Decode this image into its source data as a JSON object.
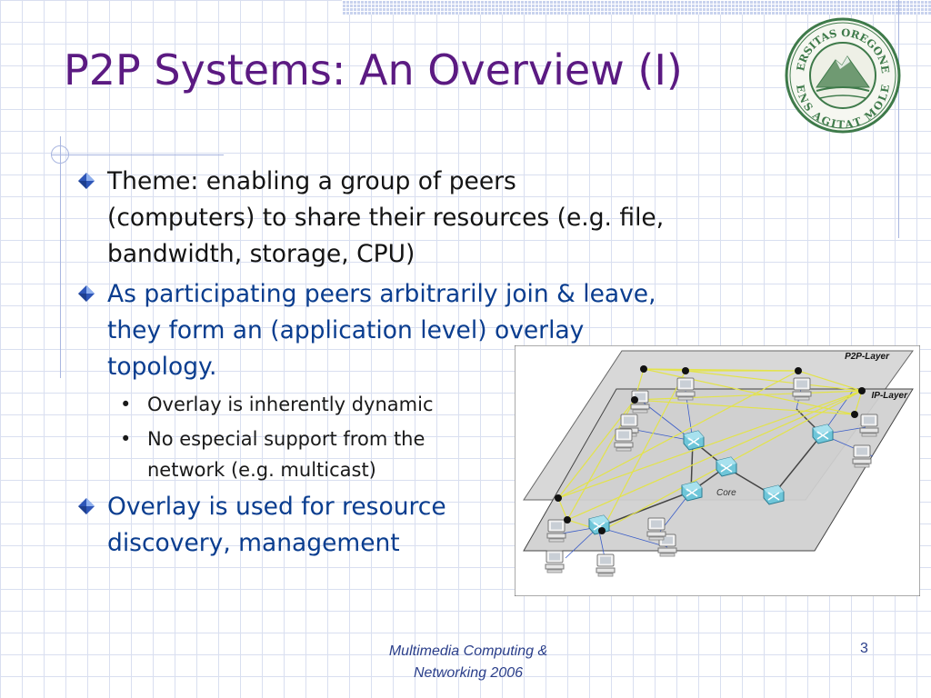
{
  "slide": {
    "title": "P2P Systems: An Overview (I)",
    "bullets": [
      {
        "text": "Theme: enabling a group of peers (computers) to share their resources (e.g. file, bandwidth, storage, CPU)",
        "color": "#141414"
      },
      {
        "text": "As participating peers arbitrarily join & leave, they form an (application level) overlay topology.",
        "color": "#0a3d8f",
        "sub_bullets": [
          "Overlay is inherently dynamic",
          "No especial support from the network (e.g. multicast)"
        ]
      },
      {
        "text": "Overlay is used for resource discovery, management",
        "color": "#0a3d8f"
      }
    ],
    "sub_bullet_glyph": "•",
    "footer": {
      "line1": "Multimedia Computing &",
      "line2": "Networking 2006"
    },
    "page_number": "3"
  },
  "seal": {
    "top_text": "UNIVERSITAS OREGONENSIS",
    "bottom_text": "MENS AGITAT MOLEM",
    "icon": "university-seal-icon"
  },
  "diagram": {
    "layers": {
      "top": "P2P-Layer",
      "bottom": "IP-Layer"
    },
    "core_label": "Core",
    "icons": {
      "peer": "black-dot-node",
      "host": "computer-icon",
      "router": "router-icon"
    },
    "colors": {
      "overlay_link": "#e3e34a",
      "access_link": "#3a5cc7",
      "core_link": "#444444",
      "router": "#6fc6d9"
    }
  },
  "theme": {
    "title_color": "#5b1a82",
    "footer_color": "#2a3e8a",
    "bullet_mark_color": "#2e56b8"
  }
}
